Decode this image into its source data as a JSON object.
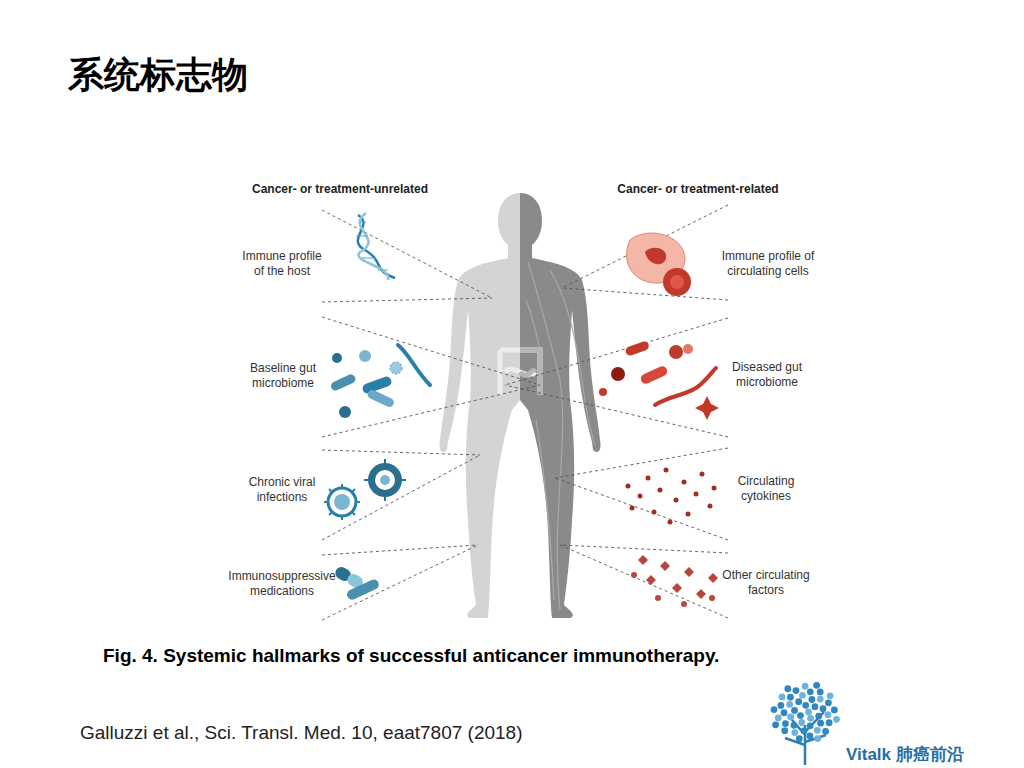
{
  "diagram": {
    "title": "系统标志物",
    "caption": "Fig. 4. Systemic hallmarks of successful anticancer immunotherapy.",
    "labels": [
      "Cancer- or treatment-unrelated",
      "Immune profile of the host",
      "Baseline gut microbiome",
      "Chronic viral infections",
      "Immunosuppressive medications",
      "Cancer- or treatment-related",
      "Immune profile of circulating cells",
      "Diseased gut microbiome",
      "Circulating cytokines",
      "Other circulating factors",
      "Galluzzi et al., Sci. Transl. Med. 10, eaat7807 (2018)",
      "Vitalk 肺癌前沿"
    ]
  }
}
